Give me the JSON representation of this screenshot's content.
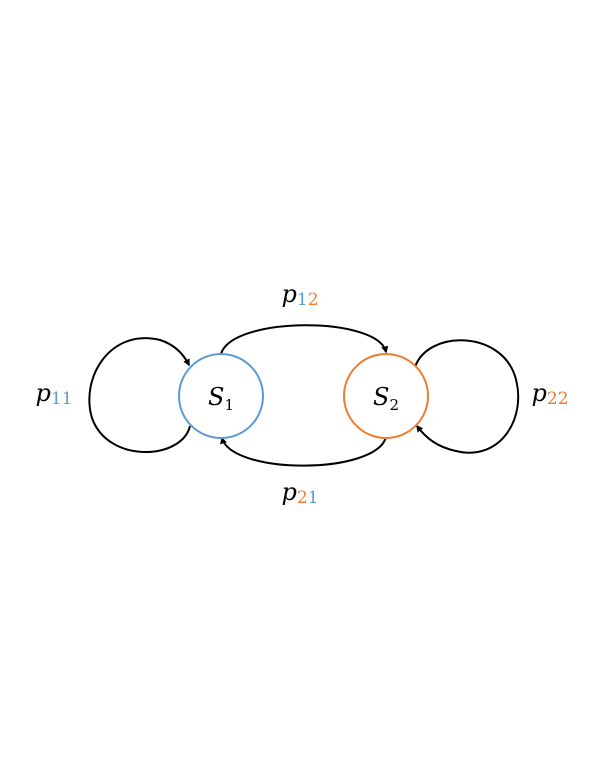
{
  "colors": {
    "state1": "#5b9bd5",
    "state2": "#ed7d31",
    "edge": "#000000",
    "text": "#000000"
  },
  "states": [
    {
      "id": "S1",
      "symbol": "S",
      "subscript": "1",
      "color_key": "state1"
    },
    {
      "id": "S2",
      "symbol": "S",
      "subscript": "2",
      "color_key": "state2"
    }
  ],
  "transitions": [
    {
      "id": "p11",
      "symbol": "p",
      "from_digit": "1",
      "to_digit": "1",
      "from_color_key": "state1",
      "to_color_key": "state1"
    },
    {
      "id": "p12",
      "symbol": "p",
      "from_digit": "1",
      "to_digit": "2",
      "from_color_key": "state1",
      "to_color_key": "state2"
    },
    {
      "id": "p21",
      "symbol": "p",
      "from_digit": "2",
      "to_digit": "1",
      "from_color_key": "state2",
      "to_color_key": "state1"
    },
    {
      "id": "p22",
      "symbol": "p",
      "from_digit": "2",
      "to_digit": "2",
      "from_color_key": "state2",
      "to_color_key": "state2"
    }
  ]
}
